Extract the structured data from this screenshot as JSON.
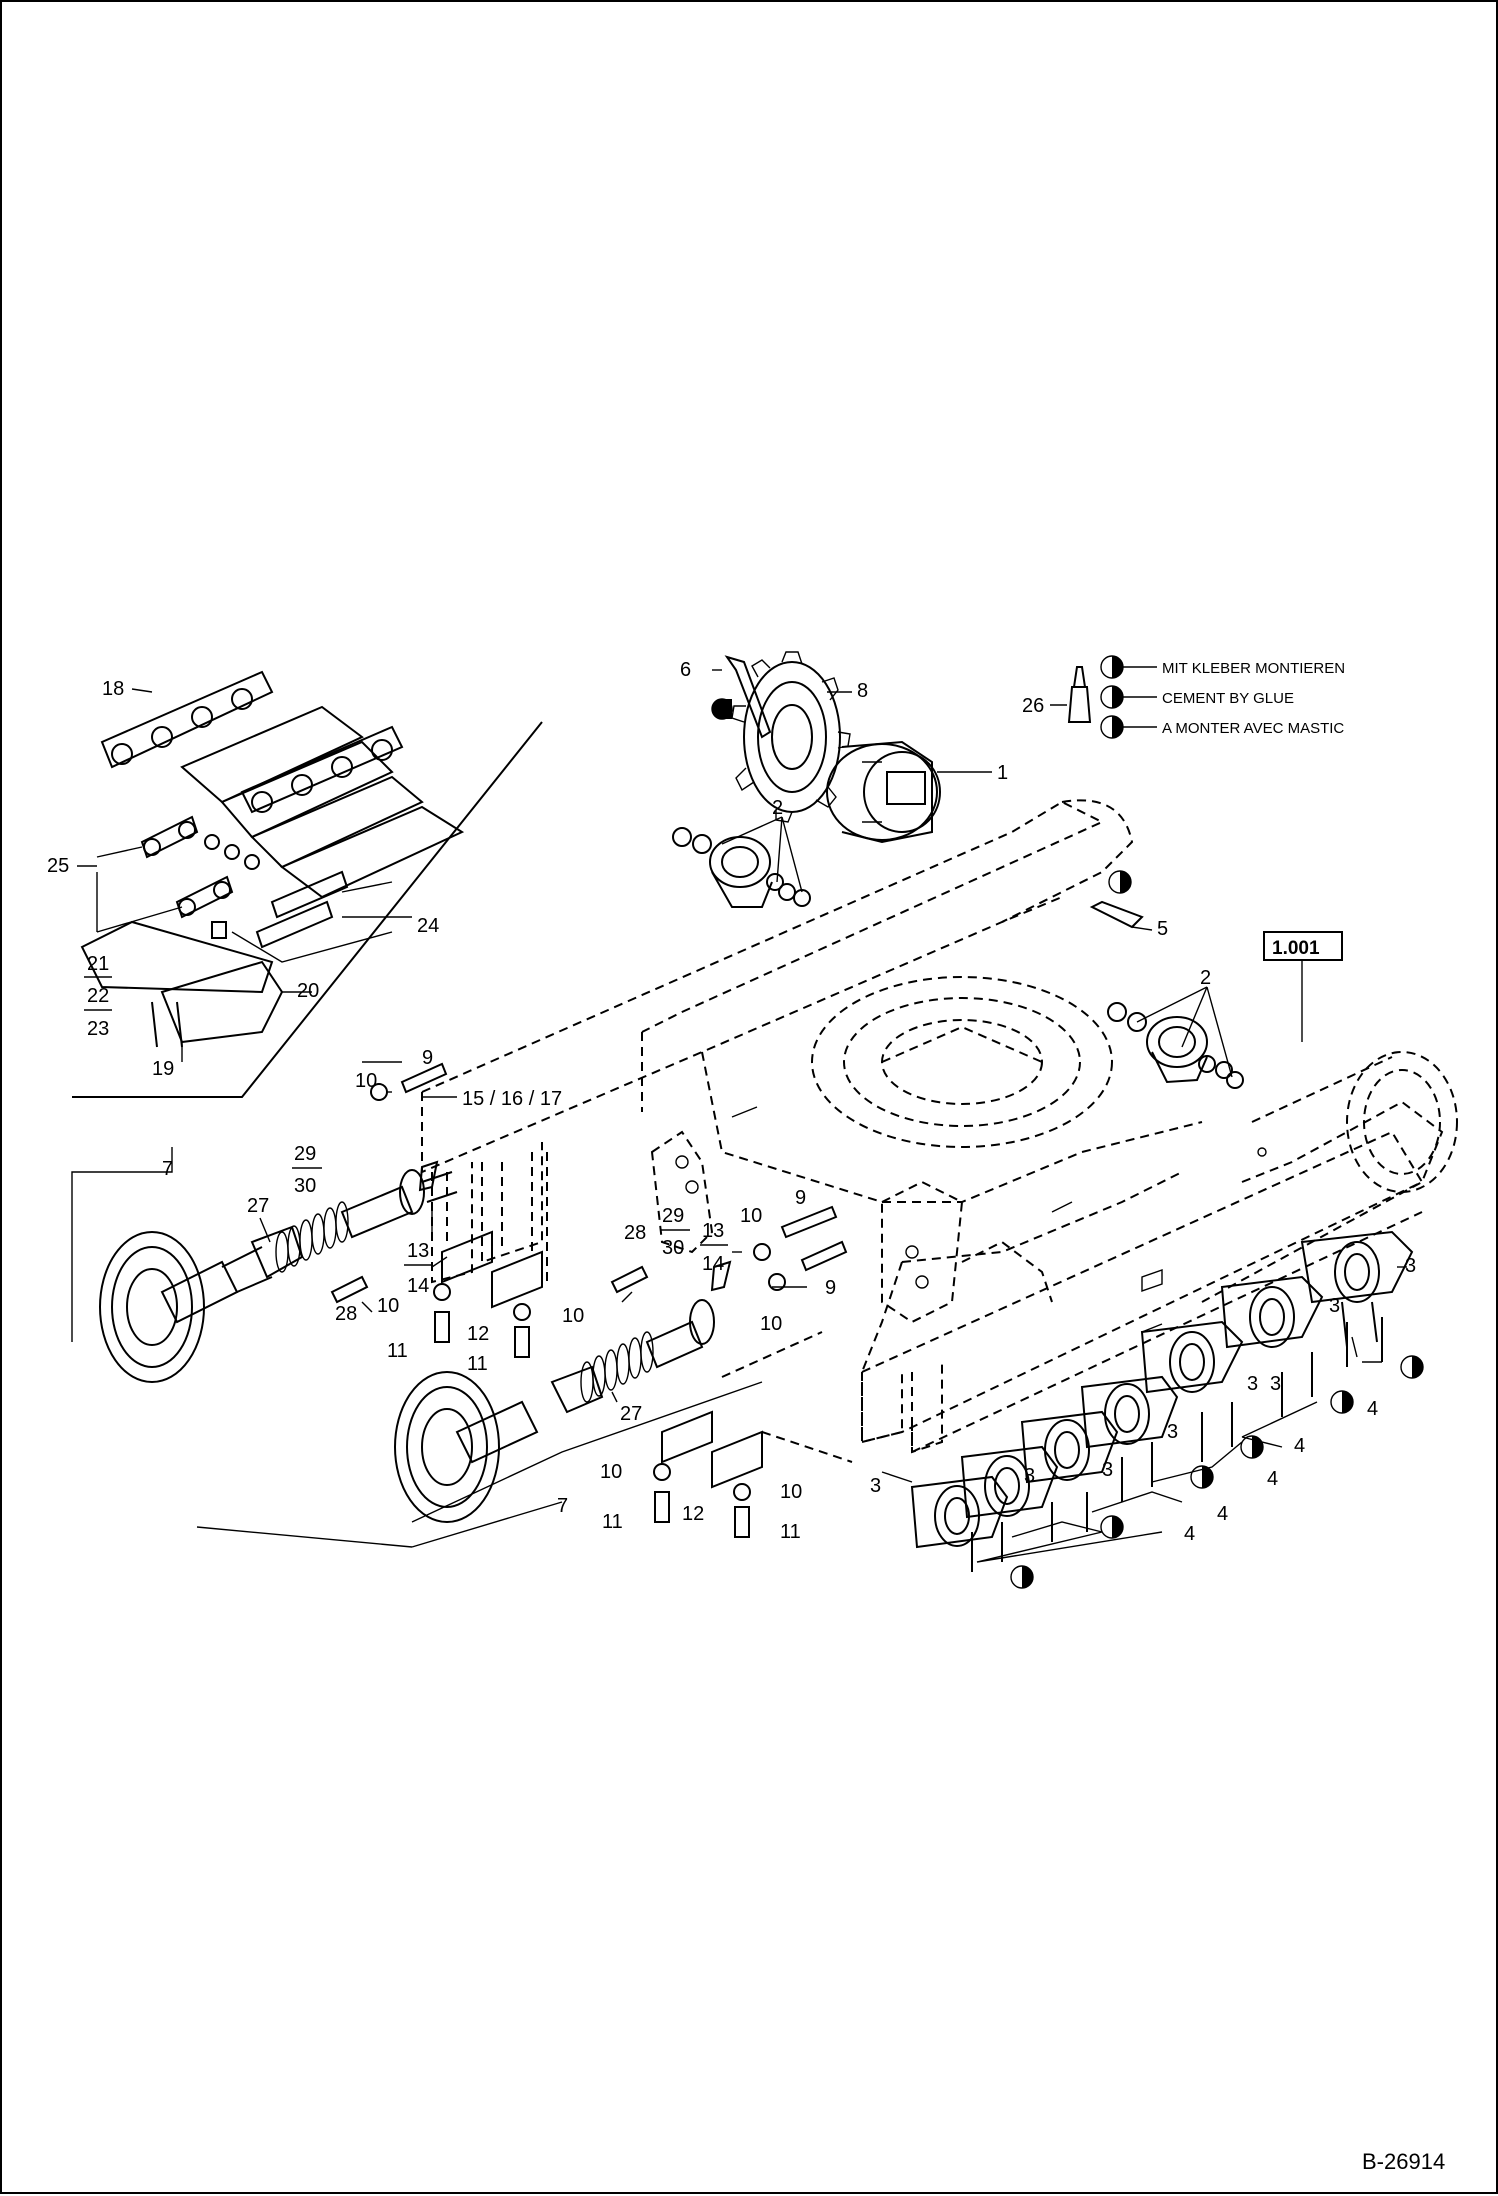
{
  "document_id": "B-26914",
  "reference_box": "1.001",
  "legend": {
    "lines": [
      "MIT KLEBER MONTIEREN",
      "CEMENT BY GLUE",
      "A MONTER AVEC MASTIC"
    ],
    "item": "26"
  },
  "callouts": {
    "c1": "1",
    "c2a": "2",
    "c2b": "2",
    "c3a": "3",
    "c3b": "3",
    "c3c": "3",
    "c3d": "3",
    "c3e": "3",
    "c3f": "3",
    "c3g": "3",
    "c3h": "3",
    "c4a": "4",
    "c4b": "4",
    "c4c": "4",
    "c4d": "4",
    "c4e": "4",
    "c4f": "4",
    "c5": "5",
    "c6": "6",
    "c7a": "7",
    "c7b": "7",
    "c8": "8",
    "c9a": "9",
    "c9b": "9",
    "c9c": "9",
    "c10a": "10",
    "c10b": "10",
    "c10c": "10",
    "c10d": "10",
    "c10e": "10",
    "c10f": "10",
    "c10g": "10",
    "c10h": "10",
    "c11a": "11",
    "c11b": "11",
    "c11c": "11",
    "c11d": "11",
    "c12a": "12",
    "c12b": "12",
    "c13a": "13",
    "c14a": "14",
    "c13b": "13",
    "c14b": "14",
    "c15": "15 / 16 / 17",
    "c18": "18",
    "c19": "19",
    "c20": "20",
    "c21": "21",
    "c22": "22",
    "c23": "23",
    "c24": "24",
    "c25": "25",
    "c27a": "27",
    "c27b": "27",
    "c28a": "28",
    "c28b": "28",
    "c29a": "29",
    "c30a": "30",
    "c29b": "29",
    "c30b": "30"
  }
}
